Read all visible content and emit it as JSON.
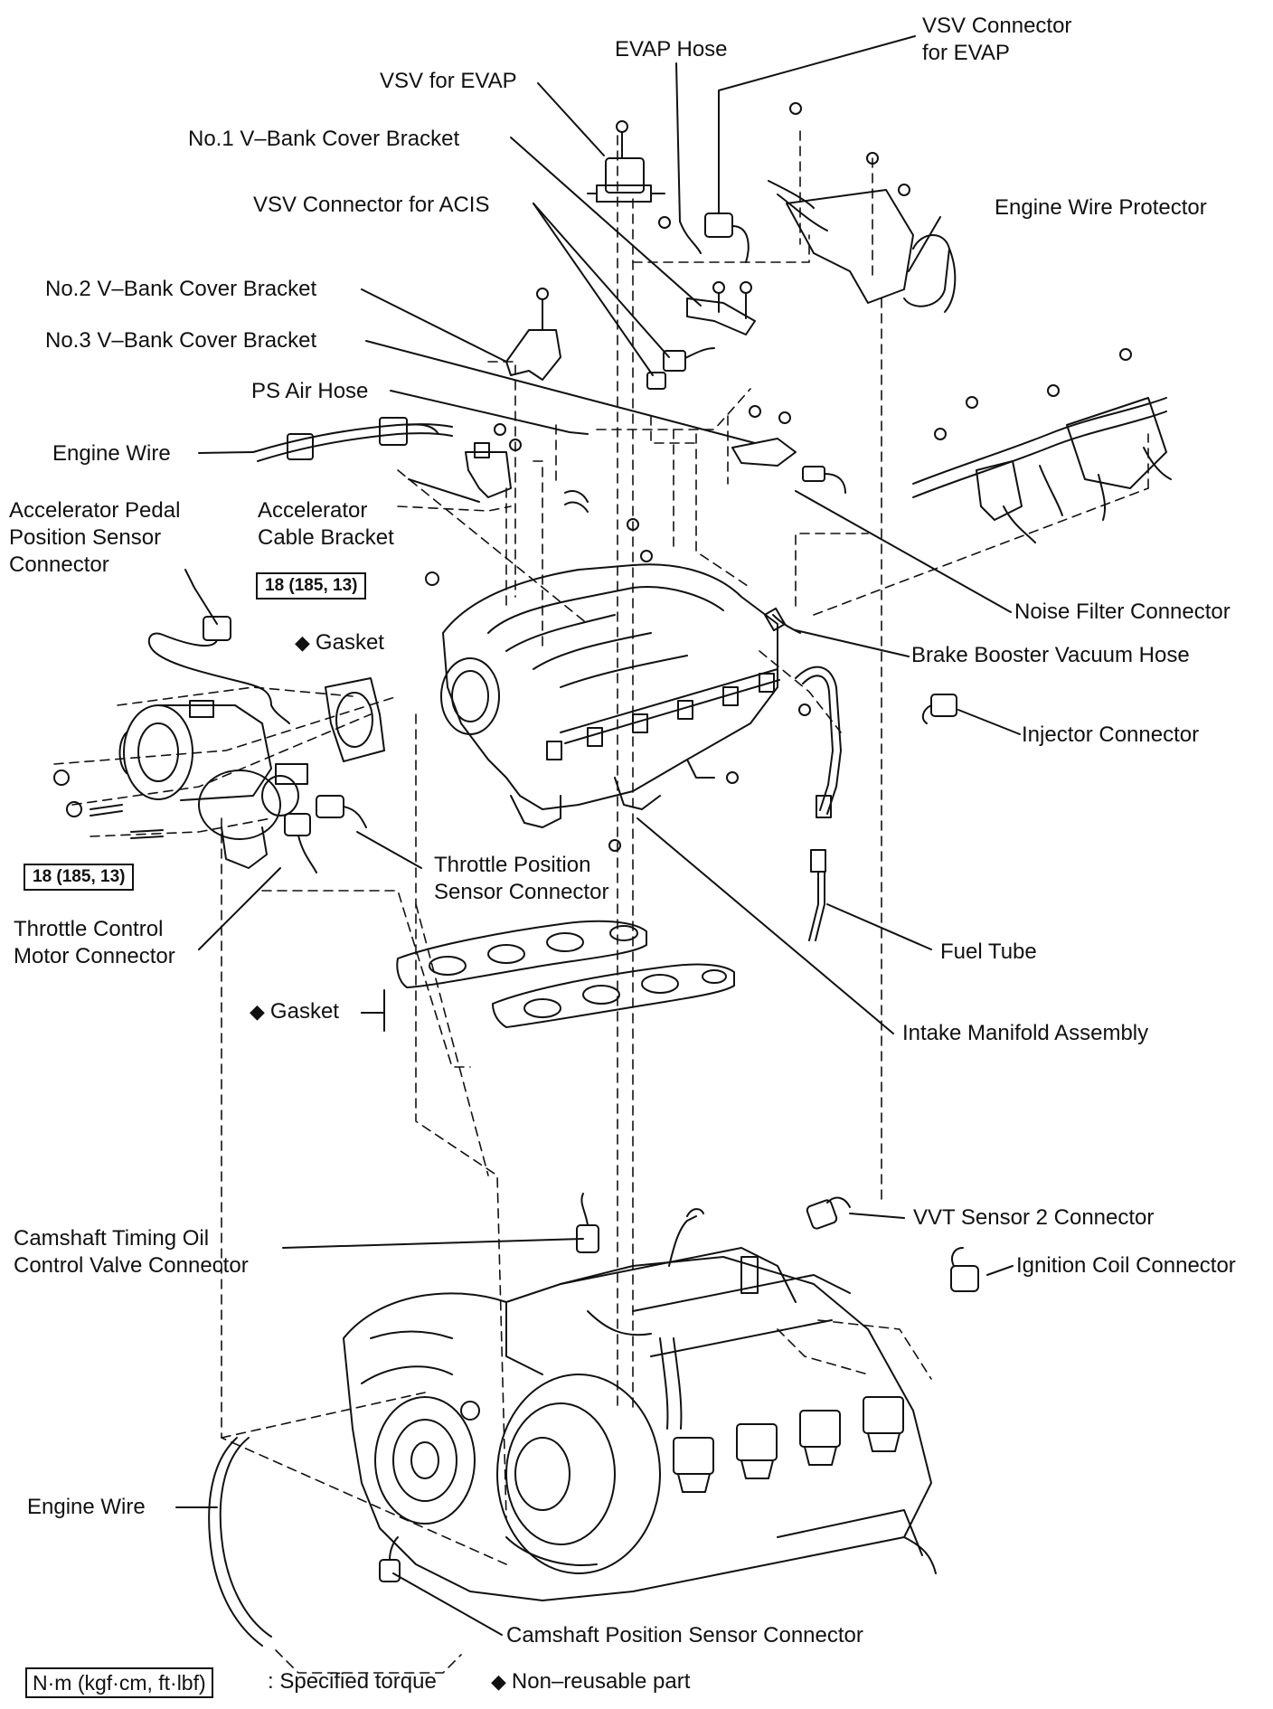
{
  "labels": {
    "vsv_connector_evap": [
      "VSV Connector",
      "for EVAP"
    ],
    "evap_hose": "EVAP Hose",
    "vsv_for_evap": "VSV for EVAP",
    "no1_vbank": "No.1 V–Bank Cover Bracket",
    "vsv_connector_acis": "VSV Connector for ACIS",
    "engine_wire_protector": "Engine Wire Protector",
    "no2_vbank": "No.2 V–Bank Cover Bracket",
    "no3_vbank": "No.3 V–Bank Cover Bracket",
    "ps_air_hose": "PS Air Hose",
    "engine_wire_top": "Engine Wire",
    "accel_pedal_sensor": [
      "Accelerator Pedal",
      "Position Sensor",
      "Connector"
    ],
    "accel_cable_bracket": [
      "Accelerator",
      "Cable Bracket"
    ],
    "noise_filter": "Noise Filter Connector",
    "brake_booster": "Brake Booster Vacuum Hose",
    "gasket_throttle": "Gasket",
    "injector_connector": "Injector Connector",
    "throttle_position": [
      "Throttle Position",
      "Sensor Connector"
    ],
    "throttle_control": [
      "Throttle Control",
      "Motor Connector"
    ],
    "fuel_tube": "Fuel Tube",
    "gasket_manifold": "Gasket",
    "intake_manifold": "Intake Manifold Assembly",
    "camshaft_timing": [
      "Camshaft Timing Oil",
      "Control Valve Connector"
    ],
    "vvt_sensor": "VVT Sensor 2 Connector",
    "ignition_coil": "Ignition Coil Connector",
    "engine_wire_bottom": "Engine Wire",
    "camshaft_position": "Camshaft Position Sensor Connector"
  },
  "torque": {
    "upper": "18 (185, 13)",
    "lower": "18 (185, 13)"
  },
  "legend": {
    "torque_unit": "N·m (kgf·cm, ft·lbf)",
    "torque_desc": ": Specified torque",
    "diamond": "◆",
    "nonreusable": "Non–reusable part"
  }
}
